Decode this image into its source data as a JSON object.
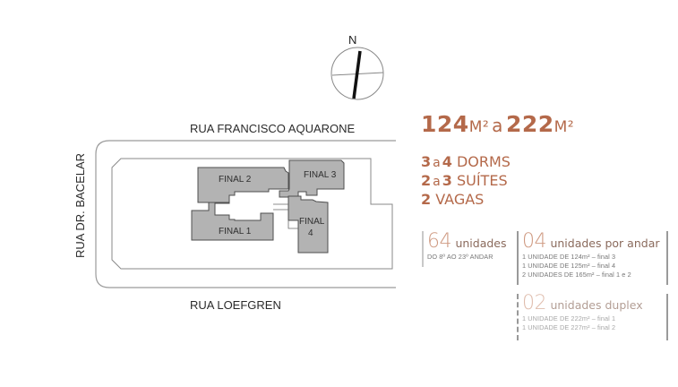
{
  "compass": {
    "north_label": "N",
    "icon": "north-arrow-icon"
  },
  "streets": {
    "top": "RUA FRANCISCO AQUARONE",
    "bottom": "RUA LOEFGREN",
    "left": "RUA DR. BACELAR"
  },
  "plan": {
    "fill_color": "#b3b3b3",
    "outline_color": "#555555",
    "units": [
      {
        "label": "FINAL 2"
      },
      {
        "label": "FINAL 3"
      },
      {
        "label": "FINAL 1"
      },
      {
        "label": "FINAL",
        "label2": "4"
      }
    ]
  },
  "highlights": {
    "accent_color": "#b4694a",
    "area_min": "124",
    "area_unit": "M²",
    "area_connector": "a",
    "area_max": "222",
    "features": [
      {
        "min": "3",
        "connector": "a",
        "max": "4",
        "label": "DORMS"
      },
      {
        "min": "2",
        "connector": "a",
        "max": "3",
        "label": "SUÍTES"
      },
      {
        "value": "2",
        "label": "VAGAS"
      }
    ]
  },
  "stats": {
    "total": {
      "number": "64",
      "label": "unidades",
      "sub": "DO 8º AO 23º ANDAR"
    },
    "per_floor": {
      "number": "04",
      "label": "unidades por andar",
      "lines": [
        "1 UNIDADE DE 124m² – final 3",
        "1 UNIDADE DE 125m² – final 4",
        "2 UNIDADES DE 165m² – final 1 e 2"
      ]
    },
    "duplex": {
      "number": "02",
      "label": "unidades duplex",
      "lines": [
        "1 UNIDADE DE 222m² – final 1",
        "1 UNIDADE DE 227m² – final 2"
      ]
    }
  }
}
